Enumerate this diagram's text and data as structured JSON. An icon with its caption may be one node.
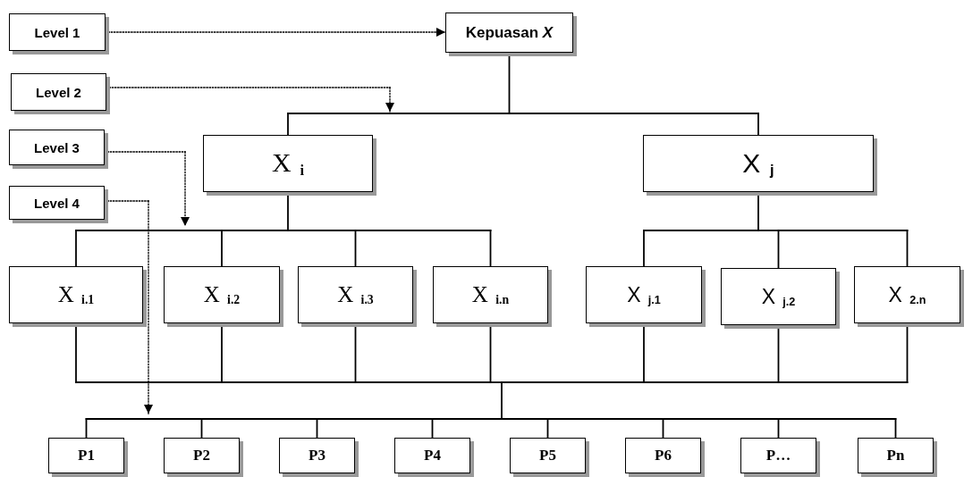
{
  "diagram": {
    "nodes": [
      {
        "text": [
          "Level 1"
        ]
      },
      {
        "text": [
          "Level 2"
        ]
      },
      {
        "text": [
          "Level 3"
        ]
      },
      {
        "text": [
          "Level 4"
        ]
      },
      {
        "text": [
          "Kepuasan *X*"
        ]
      },
      {
        "text": [
          "X $_{i}$"
        ]
      },
      {
        "text": [
          "X $_{j}$"
        ]
      },
      {
        "text": [
          "X $_{i.1}$"
        ]
      },
      {
        "text": [
          "X $_{i.2}$"
        ]
      },
      {
        "text": [
          "X $_{i.3}$"
        ]
      },
      {
        "text": [
          "X $_{i.n}$"
        ]
      },
      {
        "text": [
          "X $_{j.1}$"
        ]
      },
      {
        "text": [
          "X $_{j.2}$"
        ]
      },
      {
        "text": [
          "X $_{2.n}$"
        ]
      },
      {
        "text": [
          "P1"
        ]
      },
      {
        "text": [
          "P2"
        ]
      },
      {
        "text": [
          "P3"
        ]
      },
      {
        "text": [
          "P4"
        ]
      },
      {
        "text": [
          "P5"
        ]
      },
      {
        "text": [
          "P6"
        ]
      },
      {
        "text": [
          "P…"
        ]
      },
      {
        "text": [
          "Pn"
        ]
      }
    ],
    "edges": [
      {
        "from": 0,
        "to": 4,
        "arrow": "to",
        "style": "dashed"
      },
      {
        "from": 1,
        "to": null,
        "arrow": "to",
        "style": "dashed"
      },
      {
        "from": 2,
        "to": null,
        "arrow": "to",
        "style": "dashed"
      },
      {
        "from": 3,
        "to": null,
        "arrow": "to",
        "style": "dashed"
      },
      {
        "from": 4,
        "to": 5,
        "arrow": "none"
      },
      {
        "from": 4,
        "to": 6,
        "arrow": "none"
      },
      {
        "from": 5,
        "to": 7,
        "arrow": "none"
      },
      {
        "from": 5,
        "to": 8,
        "arrow": "none"
      },
      {
        "from": 5,
        "to": 9,
        "arrow": "none"
      },
      {
        "from": 5,
        "to": 10,
        "arrow": "none"
      },
      {
        "from": 6,
        "to": 11,
        "arrow": "none"
      },
      {
        "from": 6,
        "to": 12,
        "arrow": "none"
      },
      {
        "from": 6,
        "to": 13,
        "arrow": "none"
      },
      {
        "from": 7,
        "to": 14,
        "arrow": "none"
      },
      {
        "from": 7,
        "to": 15,
        "arrow": "none"
      },
      {
        "from": 7,
        "to": 16,
        "arrow": "none"
      },
      {
        "from": 7,
        "to": 17,
        "arrow": "none"
      },
      {
        "from": 7,
        "to": 18,
        "arrow": "none"
      },
      {
        "from": 7,
        "to": 19,
        "arrow": "none"
      },
      {
        "from": 7,
        "to": 20,
        "arrow": "none"
      },
      {
        "from": 7,
        "to": 21,
        "arrow": "none"
      },
      {
        "from": 8,
        "to": 14,
        "arrow": "none"
      },
      {
        "from": 8,
        "to": 15,
        "arrow": "none"
      },
      {
        "from": 8,
        "to": 16,
        "arrow": "none"
      },
      {
        "from": 8,
        "to": 17,
        "arrow": "none"
      },
      {
        "from": 8,
        "to": 18,
        "arrow": "none"
      },
      {
        "from": 8,
        "to": 19,
        "arrow": "none"
      },
      {
        "from": 8,
        "to": 20,
        "arrow": "none"
      },
      {
        "from": 8,
        "to": 21,
        "arrow": "none"
      },
      {
        "from": 9,
        "to": 14,
        "arrow": "none"
      },
      {
        "from": 9,
        "to": 15,
        "arrow": "none"
      },
      {
        "from": 9,
        "to": 16,
        "arrow": "none"
      },
      {
        "from": 9,
        "to": 17,
        "arrow": "none"
      },
      {
        "from": 9,
        "to": 18,
        "arrow": "none"
      },
      {
        "from": 9,
        "to": 19,
        "arrow": "none"
      },
      {
        "from": 9,
        "to": 20,
        "arrow": "none"
      },
      {
        "from": 9,
        "to": 21,
        "arrow": "none"
      },
      {
        "from": 10,
        "to": 14,
        "arrow": "none"
      },
      {
        "from": 10,
        "to": 15,
        "arrow": "none"
      },
      {
        "from": 10,
        "to": 16,
        "arrow": "none"
      },
      {
        "from": 10,
        "to": 17,
        "arrow": "none"
      },
      {
        "from": 10,
        "to": 18,
        "arrow": "none"
      },
      {
        "from": 10,
        "to": 19,
        "arrow": "none"
      },
      {
        "from": 10,
        "to": 20,
        "arrow": "none"
      },
      {
        "from": 10,
        "to": 21,
        "arrow": "none"
      },
      {
        "from": 11,
        "to": 14,
        "arrow": "none"
      },
      {
        "from": 11,
        "to": 15,
        "arrow": "none"
      },
      {
        "from": 11,
        "to": 16,
        "arrow": "none"
      },
      {
        "from": 11,
        "to": 17,
        "arrow": "none"
      },
      {
        "from": 11,
        "to": 18,
        "arrow": "none"
      },
      {
        "from": 11,
        "to": 19,
        "arrow": "none"
      },
      {
        "from": 11,
        "to": 20,
        "arrow": "none"
      },
      {
        "from": 11,
        "to": 21,
        "arrow": "none"
      },
      {
        "from": 12,
        "to": 14,
        "arrow": "none"
      },
      {
        "from": 12,
        "to": 15,
        "arrow": "none"
      },
      {
        "from": 12,
        "to": 16,
        "arrow": "none"
      },
      {
        "from": 12,
        "to": 17,
        "arrow": "none"
      },
      {
        "from": 12,
        "to": 18,
        "arrow": "none"
      },
      {
        "from": 12,
        "to": 19,
        "arrow": "none"
      },
      {
        "from": 12,
        "to": 20,
        "arrow": "none"
      },
      {
        "from": 12,
        "to": 21,
        "arrow": "none"
      },
      {
        "from": 13,
        "to": 14,
        "arrow": "none"
      },
      {
        "from": 13,
        "to": 15,
        "arrow": "none"
      },
      {
        "from": 13,
        "to": 16,
        "arrow": "none"
      },
      {
        "from": 13,
        "to": 17,
        "arrow": "none"
      },
      {
        "from": 13,
        "to": 18,
        "arrow": "none"
      },
      {
        "from": 13,
        "to": 19,
        "arrow": "none"
      },
      {
        "from": 13,
        "to": 20,
        "arrow": "none"
      },
      {
        "from": 13,
        "to": 21,
        "arrow": "none"
      }
    ]
  }
}
